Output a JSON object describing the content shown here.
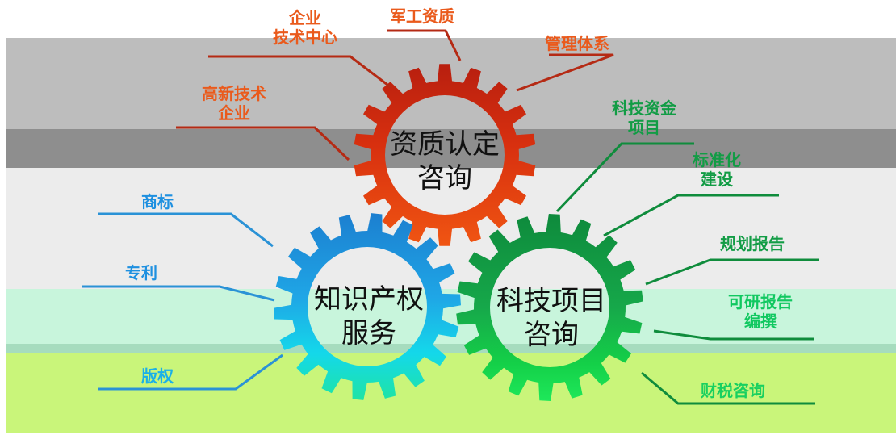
{
  "colors": {
    "red": "#c8200e",
    "red_line": "#b52a14",
    "orange_text": "#ea5a1c",
    "blue": "#1f8fd8",
    "blue_line": "#2a92d6",
    "green": "#129c45",
    "green_line": "#0f8c3c",
    "cyan": "#12d9e8",
    "lime": "#1be36a"
  },
  "gears": {
    "qualification": {
      "line1": "资质认定",
      "line2": "咨询",
      "icon": "red-orange-gear"
    },
    "ip": {
      "line1": "知识产权",
      "line2": "服务",
      "icon": "blue-cyan-gear"
    },
    "tech": {
      "line1": "科技项目",
      "line2": "咨询",
      "icon": "green-gear"
    }
  },
  "labels": {
    "qualification": {
      "enterprise_center": [
        "企业",
        "技术中心"
      ],
      "military": "军工资质",
      "management": "管理体系",
      "high_tech": [
        "高新技术",
        "企业"
      ]
    },
    "ip": {
      "trademark": "商标",
      "patent": "专利",
      "copyright": "版权"
    },
    "tech": {
      "funding": [
        "科技资金",
        "项目"
      ],
      "standardization": [
        "标准化",
        "建设"
      ],
      "planning": "规划报告",
      "feasibility": [
        "可研报告",
        "编撰"
      ],
      "tax": "财税咨询"
    }
  }
}
